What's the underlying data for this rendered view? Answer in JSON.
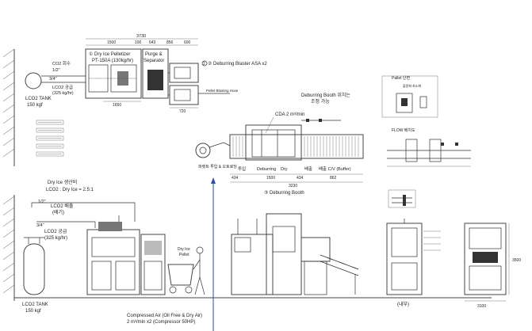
{
  "top_plan": {
    "dims_top": {
      "total": "3730",
      "d1": "1500",
      "d2": "100",
      "d3": "643",
      "d4": "856",
      "d5": "600"
    },
    "dim_side_1": "1650",
    "dim_side_2": "720",
    "equipment_1": "① Dry Ice Pelletizer",
    "equipment_1_model": "PT-150A (130kg/hr)",
    "purge": "Purge &",
    "separator": "Separator",
    "equipment_2": "② Deburring Blaster ASA x2",
    "pellet_hose": "Pellet Blasting Hose",
    "co2_return": "CO2 회수",
    "size_3_4": "3/4\"",
    "size_1_2": "1/2\"",
    "lco2_supply": "LCO2 공급",
    "lco2_supply_rate": "(325 kg/hr)",
    "lco2_tank": "LCO2 TANK",
    "lco2_tank_weight": "150 kgf"
  },
  "booth_plan": {
    "title_line1": "Deburring Booth 위치는",
    "title_line2": "조정 가능",
    "cda": "CDA 2 m³/min",
    "caption_left": "파렛트 투입 & 오토로딩",
    "labels": [
      "투입",
      "Deburring",
      "Dry",
      "배출",
      "배출 C/V (Buffer)"
    ],
    "dims": [
      "434",
      "1500",
      "434",
      "862"
    ],
    "dim_total": "3230",
    "booth_title": "③ Deburring Booth"
  },
  "right_details": {
    "pallet_title": "Pallet 단면",
    "pallet_note": "불량파 최소화",
    "flow_title": "FLOW 배치도"
  },
  "elevation": {
    "ratio_line1": "Dry Ice 생산비",
    "ratio_line2": "LCO2 : Dry Ice = 2.5:1",
    "size_1_2": "1/2\"",
    "co2_exhaust": "LCO2 배출",
    "vent": "(배기)",
    "size_3_4": "3/4\"",
    "lco2_supply": "LCO2 공급",
    "lco2_supply_rate": "(325 kg/hr)",
    "dry_ice_pellet_1": "Dry Ice",
    "dry_ice_pellet_2": "Pellet",
    "tank": "LCO2 TANK",
    "tank_weight": "150 kgf",
    "compressed_air_1": "Compressed Air (Oil Free & Dry Air)",
    "compressed_air_2": "2 m³/min x2 (Compressor 50HP)",
    "side_view_label": "(내부)",
    "dim_bottom": "3100",
    "dim_right": "3500"
  }
}
